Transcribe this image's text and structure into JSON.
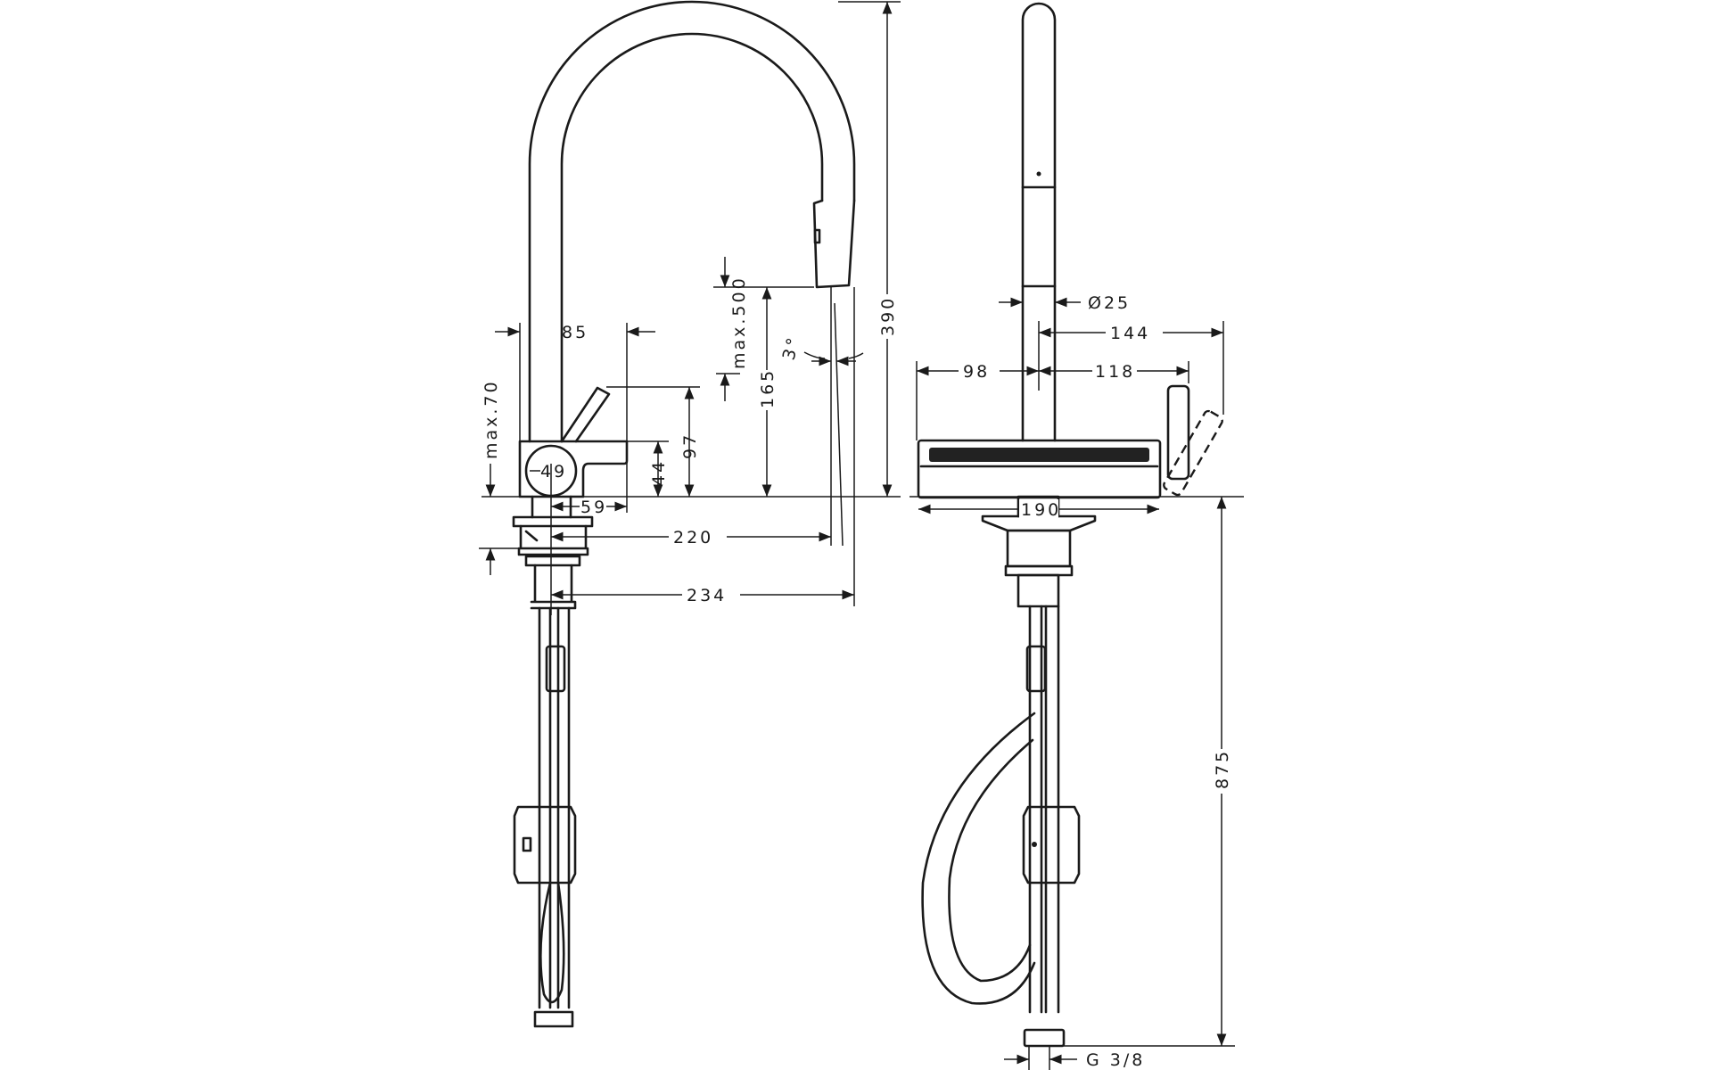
{
  "side_view": {
    "dims": {
      "spout_reach_85": "85",
      "max_70": "max.70",
      "diameter_49": "49",
      "d59": "59",
      "d44": "44",
      "d97": "97",
      "max_500": "max.500",
      "d165": "165",
      "angle_3": "3°",
      "d390": "390",
      "d220": "220",
      "d234": "234"
    }
  },
  "front_view": {
    "dims": {
      "dia25": "Ø25",
      "d144": "144",
      "d98": "98",
      "d118": "118",
      "d190": "190",
      "d875": "875",
      "g38": "G 3/8"
    }
  }
}
